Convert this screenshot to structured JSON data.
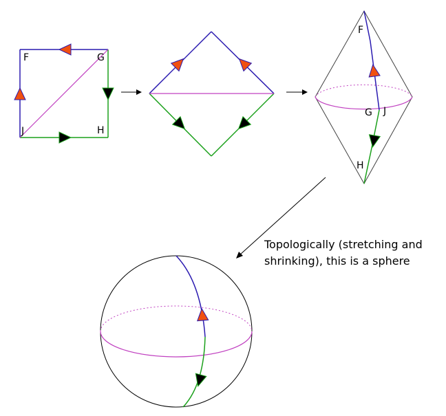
{
  "colors": {
    "edge_a": "#2a1ab0",
    "edge_b": "#1aa01a",
    "diagonal": "#c040c0",
    "outline": "#404040",
    "arrow_orange": "#f05010",
    "arrow_black": "#000000"
  },
  "labels": {
    "square": {
      "f": "F",
      "g": "G",
      "h": "H",
      "j": "J"
    },
    "bicone": {
      "f": "F",
      "g": "G",
      "j": "J",
      "h": "H"
    }
  },
  "caption": {
    "line1": "Topologically (stretching and",
    "line2": "shrinking), this is a sphere"
  }
}
